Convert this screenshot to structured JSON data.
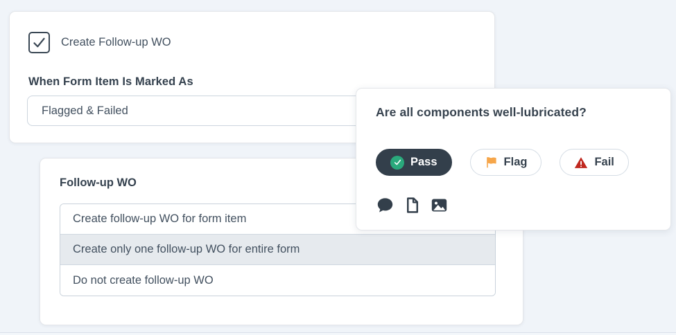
{
  "colors": {
    "panel_background": "#f0f4f9",
    "card_background": "#ffffff",
    "dark_navy_text": "#36424e",
    "body_text": "#42505f",
    "selected_pill_background": "#333f4b",
    "pass_green": "#2aa97c",
    "flag_orange": "#f6a64a",
    "fail_red": "#c0281f",
    "selected_row_background": "#e6eaee"
  },
  "followup_settings_card": {
    "checkbox": {
      "checked": true,
      "label": "Create Follow-up WO"
    },
    "marked_as_label": "When Form Item Is Marked As",
    "marked_as_value": "Flagged & Failed"
  },
  "followup_options_card": {
    "label": "Follow-up WO",
    "options": [
      {
        "label": "Create follow-up WO for form item",
        "selected": false
      },
      {
        "label": "Create only one follow-up WO for entire form",
        "selected": true
      },
      {
        "label": "Do not create follow-up WO",
        "selected": false
      }
    ]
  },
  "question_card": {
    "question": "Are all components well-lubricated?",
    "buttons": [
      {
        "label": "Pass",
        "icon": "check-circle-icon",
        "selected": true
      },
      {
        "label": "Flag",
        "icon": "flag-icon",
        "selected": false
      },
      {
        "label": "Fail",
        "icon": "warning-triangle-icon",
        "selected": false
      }
    ],
    "attachment_icons": [
      "comment-icon",
      "file-icon",
      "image-icon"
    ]
  }
}
